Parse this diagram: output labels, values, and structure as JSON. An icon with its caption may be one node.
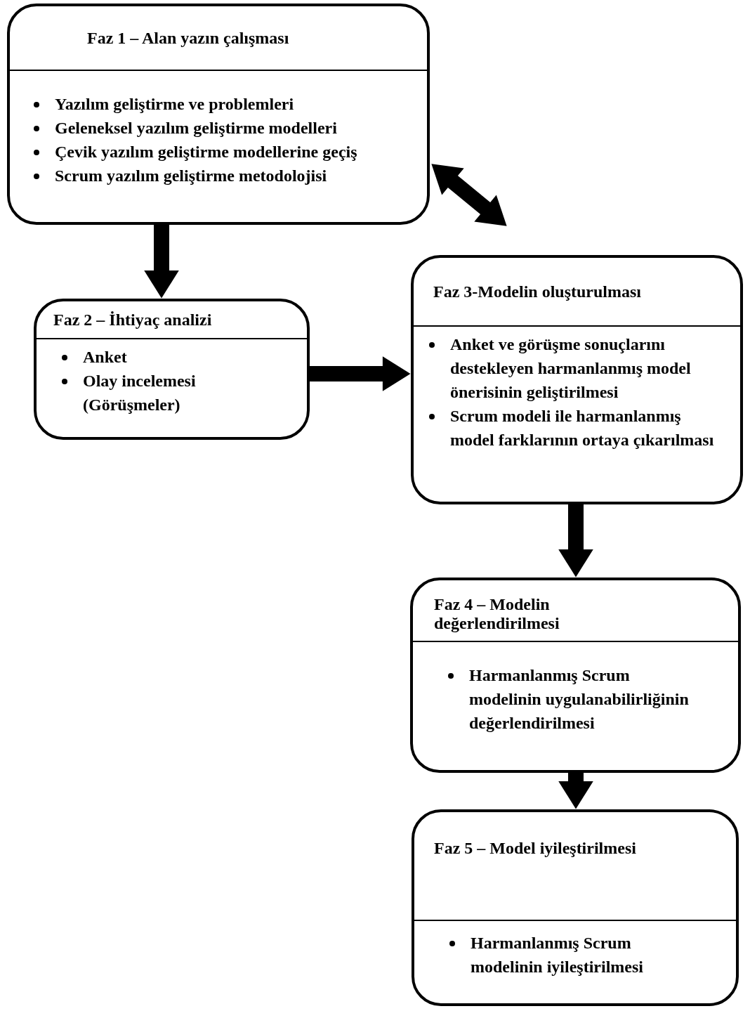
{
  "diagram": {
    "nodes": [
      {
        "text": [
          "Faz 1 – Alan yazın çalışması",
          "Yazılım geliştirme ve problemleri",
          "Geleneksel yazılım geliştirme modelleri",
          "Çevik yazılım geliştirme modellerine geçiş",
          "Scrum yazılım geliştirme metodolojisi"
        ]
      },
      {
        "text": [
          "Faz 2 – İhtiyaç analizi",
          "Anket",
          "Olay incelemesi (Görüşmeler)"
        ]
      },
      {
        "text": [
          "Faz 3-Modelin oluşturulması",
          "Anket ve görüşme sonuçlarını destekleyen harmanlanmış model önerisinin geliştirilmesi",
          "Scrum modeli ile harmanlanmış model farklarının ortaya çıkarılması"
        ]
      },
      {
        "text": [
          "Faz 4 – Modelin değerlendirilmesi",
          "Harmanlanmış Scrum modelinin uygulanabilirliğinin değerlendirilmesi"
        ]
      },
      {
        "text": [
          "Faz 5 – Model iyileştirilmesi",
          "Harmanlanmış Scrum modelinin iyileştirilmesi"
        ]
      }
    ],
    "edges": [
      {
        "from": 0,
        "to": 1,
        "arrow": "to"
      },
      {
        "from": 0,
        "to": 2,
        "arrow": "both"
      },
      {
        "from": 1,
        "to": 2,
        "arrow": "to"
      },
      {
        "from": 2,
        "to": 3,
        "arrow": "to"
      },
      {
        "from": 3,
        "to": 4,
        "arrow": "to"
      }
    ]
  }
}
